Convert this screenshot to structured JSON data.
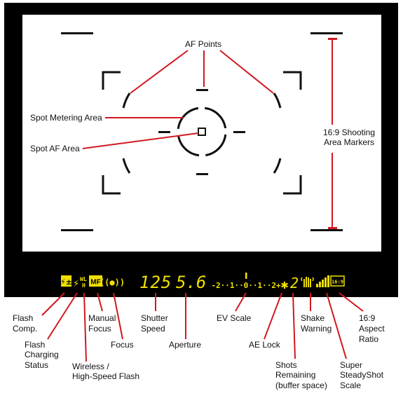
{
  "viewfinder": {
    "af_points_label": "AF Points",
    "spot_metering_label": "Spot Metering Area",
    "spot_af_label": "Spot AF Area",
    "shooting_area_label": [
      "16:9 Shooting",
      "Area Markers"
    ]
  },
  "display": {
    "flash_comp_icon": "⚡±",
    "flash_charging_icon": "⚡",
    "wireless_icon": "WL",
    "highspeed_icon": "H",
    "mf_icon": "MF",
    "focus_icon": "((●))",
    "shutter_value": "125",
    "aperture_value": "5.6",
    "ev_scale": "-2··1··0··1··2+",
    "ae_lock_icon": "✱",
    "shots_value": "2",
    "aspect_icon": "16:9"
  },
  "labels": {
    "flash_comp": [
      "Flash",
      "Comp."
    ],
    "flash_charging": [
      "Flash",
      "Charging",
      "Status"
    ],
    "wireless": [
      "Wireless /",
      "High-Speed Flash"
    ],
    "manual_focus": [
      "Manual",
      "Focus"
    ],
    "focus": "Focus",
    "shutter_speed": [
      "Shutter",
      "Speed"
    ],
    "aperture": "Aperture",
    "ev_scale": "EV Scale",
    "ae_lock": "AE Lock",
    "shots_remaining": [
      "Shots",
      "Remaining",
      "(buffer space)"
    ],
    "shake_warning": [
      "Shake",
      "Warning"
    ],
    "super_steadyshot": [
      "Super",
      "SteadyShot",
      "Scale"
    ],
    "aspect_ratio": [
      "16:9",
      "Aspect",
      "Ratio"
    ]
  },
  "colors": {
    "leader": "#d01820",
    "lcd": "#f0e000",
    "panel": "#000000",
    "frame": "#ffffff"
  }
}
